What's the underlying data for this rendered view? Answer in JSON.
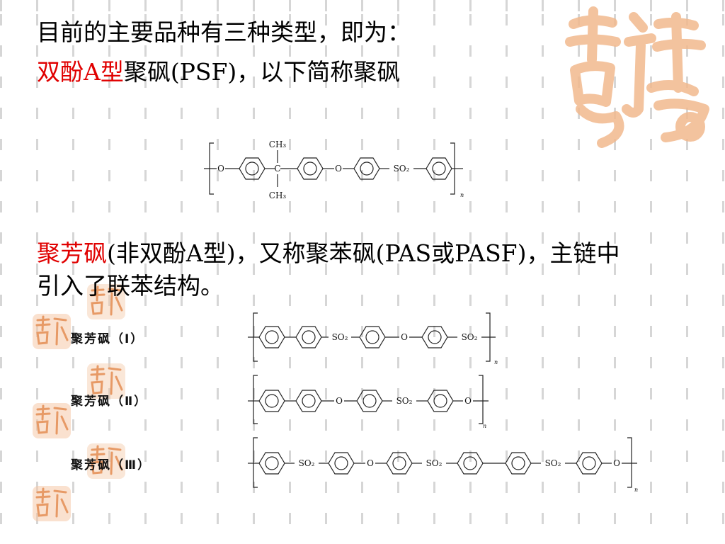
{
  "intro": {
    "line1": "目前的主要品种有三种类型，即为：",
    "line2_red": "双酚A型",
    "line2_rest": "聚砜(PSF)，以下简称聚砜"
  },
  "psf_formula": {
    "ch3_top": "CH₃",
    "c_center": "C",
    "ch3_bottom": "CH₃",
    "o": "O",
    "so2": "SO₂",
    "n": "n"
  },
  "pas": {
    "line1_red": "聚芳砜",
    "line1_rest": "(非双酚A型)，又称聚苯砜(PAS或PASF)，主链中",
    "line2": "引入了联苯结构。"
  },
  "structures": [
    {
      "label": "聚芳砜（Ⅰ）",
      "units": [
        "SO₂",
        "O",
        "SO₂"
      ],
      "n": "n"
    },
    {
      "label": "聚芳砜（Ⅱ）",
      "units": [
        "O",
        "SO₂",
        "O"
      ],
      "n": "n"
    },
    {
      "label": "聚芳砜（Ⅲ）",
      "units": [
        "SO₂",
        "O",
        "SO₂",
        "SO₂",
        "O"
      ],
      "n": "n"
    }
  ],
  "colors": {
    "accent_red": "#e00000",
    "seal": "#f2b98e"
  },
  "icons": [
    "auspicious-seal-icon"
  ]
}
